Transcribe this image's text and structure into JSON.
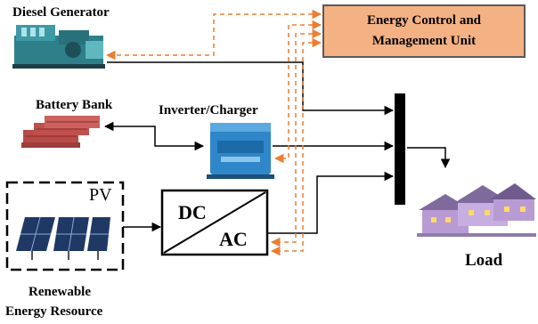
{
  "labels": {
    "diesel_generator": "Diesel Generator",
    "ecmu_line1": "Energy Control and",
    "ecmu_line2": "Management Unit",
    "battery_bank": "Battery Bank",
    "inverter_charger": "Inverter/Charger",
    "pv": "PV",
    "dc": "DC",
    "ac": "AC",
    "load": "Load",
    "renewable_line1": "Renewable",
    "renewable_line2": "Energy Resource"
  },
  "colors": {
    "control_link": "#ed7d31",
    "ecmu_fill": "#f4b183",
    "power_line": "#000000",
    "inverter_blue": "#2f86c8",
    "generator_teal": "#2f7f8a",
    "battery_red": "#c0504d",
    "pv_panel": "#1f3864",
    "house_purple": "#b99bd3"
  },
  "icons": [
    "diesel-generator-icon",
    "battery-bank-icon",
    "inverter-charger-icon",
    "pv-panel-icon",
    "houses-load-icon"
  ]
}
